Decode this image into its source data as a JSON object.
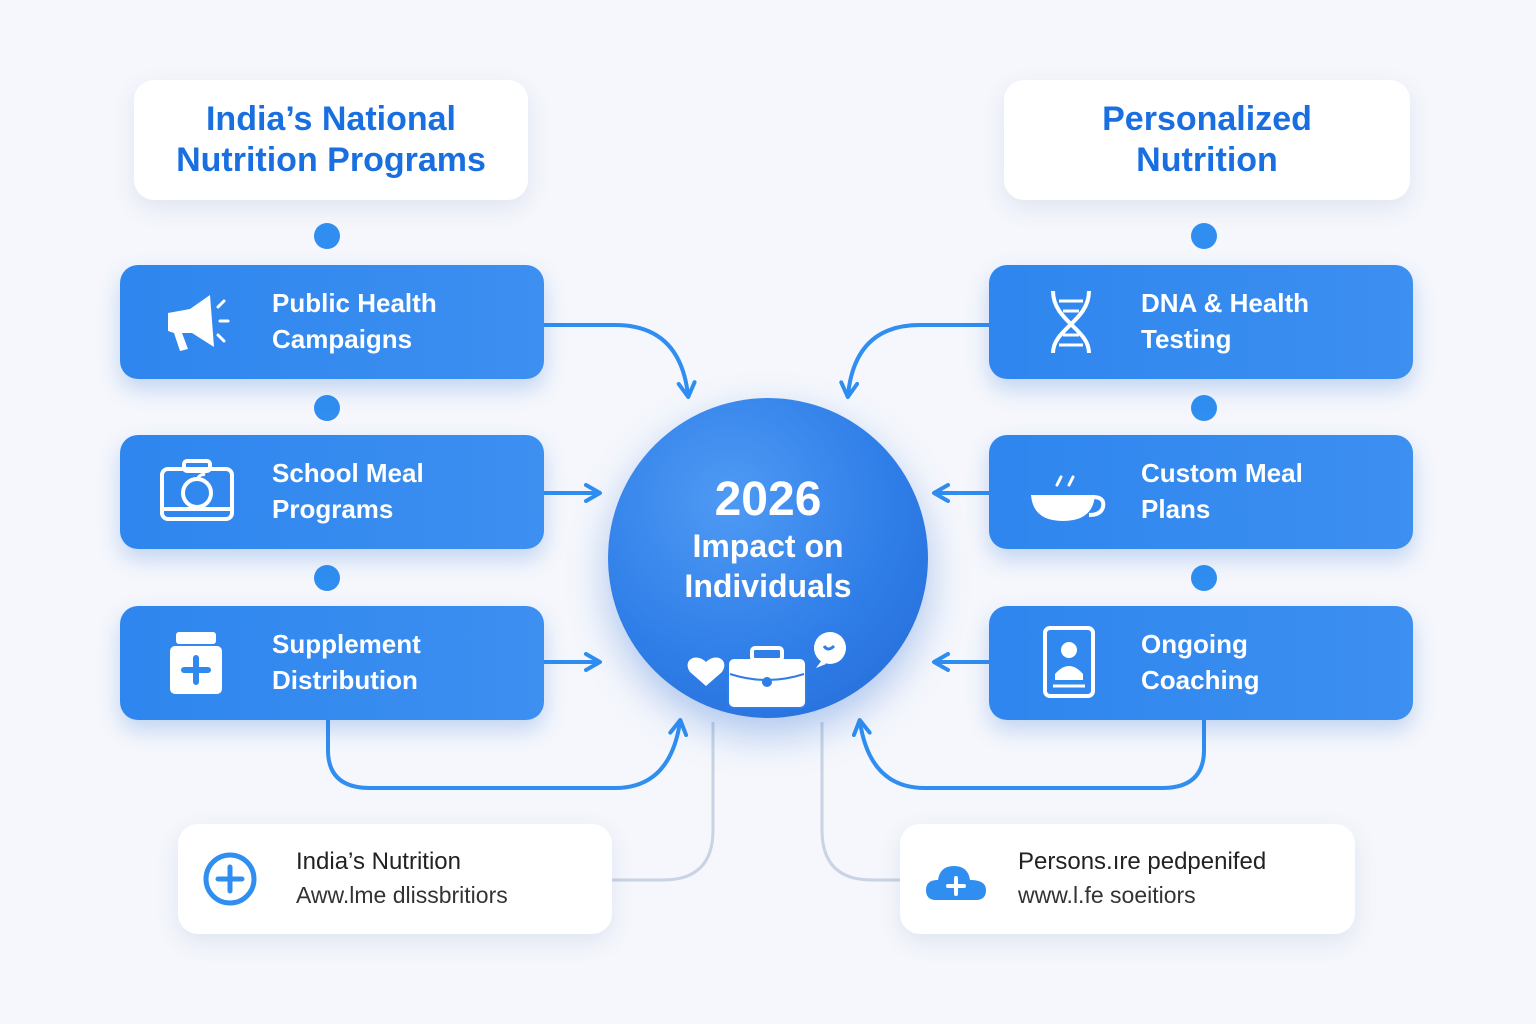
{
  "left_header": {
    "title": "India’s National\nNutrition Programs"
  },
  "right_header": {
    "title": "Personalized\nNutrition"
  },
  "left_items": [
    {
      "label": "Public Health\nCampaigns",
      "icon": "megaphone-icon"
    },
    {
      "label": "School Meal\nPrograms",
      "icon": "lunchbox-icon"
    },
    {
      "label": "Supplement\nDistribution",
      "icon": "medicine-box-icon"
    }
  ],
  "right_items": [
    {
      "label": "DNA & Health\nTesting",
      "icon": "dna-icon"
    },
    {
      "label": "Custom Meal\nPlans",
      "icon": "bowl-icon"
    },
    {
      "label": "Ongoing\nCoaching",
      "icon": "tablet-coach-icon"
    }
  ],
  "center": {
    "year": "2026",
    "label": "Impact on\nIndividuals",
    "icons": [
      "heart-icon",
      "briefcase-icon",
      "chat-heart-icon"
    ]
  },
  "footer_left": {
    "line1": "India’s Nutrition",
    "line2": "Aww.lme dlissbritiors",
    "icon": "plus-circle-icon"
  },
  "footer_right": {
    "line1": "Persons.ıre pedpenifed",
    "line2": "www.l.fe soeitiors",
    "icon": "cloud-plus-icon"
  },
  "colors": {
    "accent": "#2f8ef0",
    "title_blue": "#1a6fe0",
    "card_blue": "#3089ee",
    "background": "#f5f7fc"
  }
}
